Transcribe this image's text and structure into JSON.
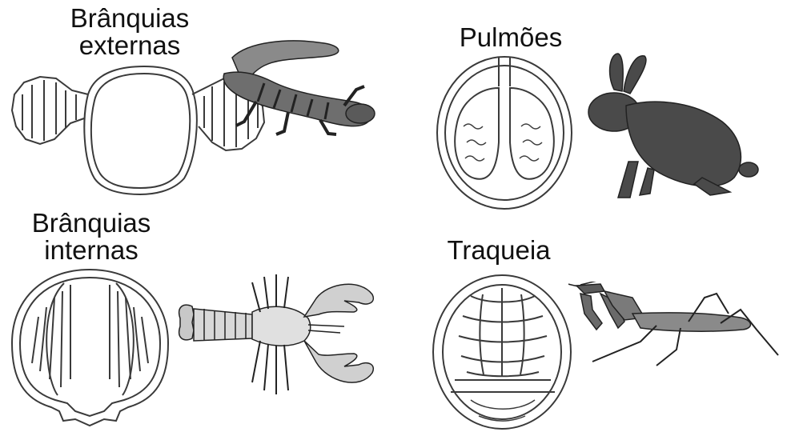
{
  "panels": [
    {
      "label_lines": [
        "Brânquias",
        "externas"
      ],
      "icon": "salamander-icon"
    },
    {
      "label_lines": [
        "Pulmões"
      ],
      "icon": "rabbit-icon"
    },
    {
      "label_lines": [
        "Brânquias",
        "internas"
      ],
      "icon": "lobster-icon"
    },
    {
      "label_lines": [
        "Traqueia"
      ],
      "icon": "mantis-icon"
    }
  ],
  "colors": {
    "outline": "#3a3a3a",
    "fill": "#d8d8d8",
    "dark": "#4a4a4a",
    "text": "#111111"
  }
}
